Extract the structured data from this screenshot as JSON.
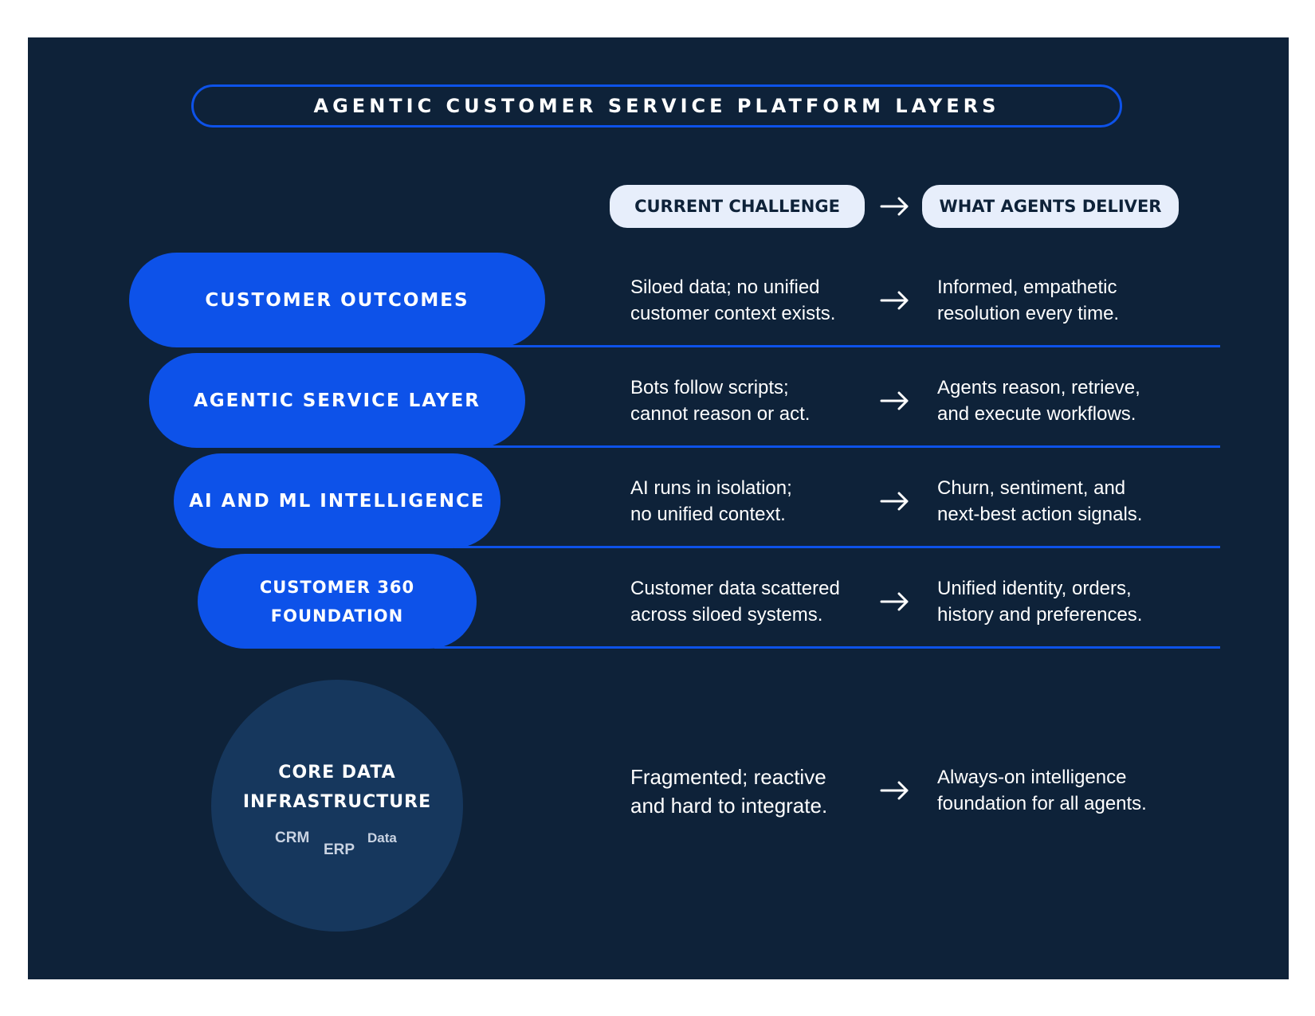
{
  "title": "AGENTIC CUSTOMER SERVICE PLATFORM LAYERS",
  "columns": {
    "challenge": "CURRENT CHALLENGE",
    "deliver": "WHAT AGENTS DELIVER"
  },
  "icons": {
    "transition": "arrow-right-icon"
  },
  "colors": {
    "background": "#0e2239",
    "accent": "#0d52e9",
    "core": "#16375d",
    "header_pill": "#e7eefb"
  },
  "layers": [
    {
      "name": "CUSTOMER OUTCOMES",
      "challenge": "Siloed data; no unified\ncustomer context exists.",
      "deliver": "Informed, empathetic\nresolution every time."
    },
    {
      "name": "AGENTIC SERVICE LAYER",
      "challenge": "Bots follow scripts;\ncannot reason or act.",
      "deliver": "Agents reason, retrieve,\nand execute workflows."
    },
    {
      "name": "AI AND ML INTELLIGENCE",
      "challenge": "AI runs in isolation;\nno unified context.",
      "deliver": "Churn, sentiment, and\nnext-best action signals."
    },
    {
      "name": "CUSTOMER 360\nFOUNDATION",
      "challenge": "Customer data scattered\nacross siloed systems.",
      "deliver": "Unified identity, orders,\nhistory and preferences."
    }
  ],
  "core": {
    "name": "CORE DATA\nINFRASTRUCTURE",
    "sources": [
      "CRM",
      "ERP",
      "Data"
    ],
    "challenge": "Fragmented; reactive\nand hard to integrate.",
    "deliver": "Always-on intelligence\nfoundation for all agents."
  }
}
